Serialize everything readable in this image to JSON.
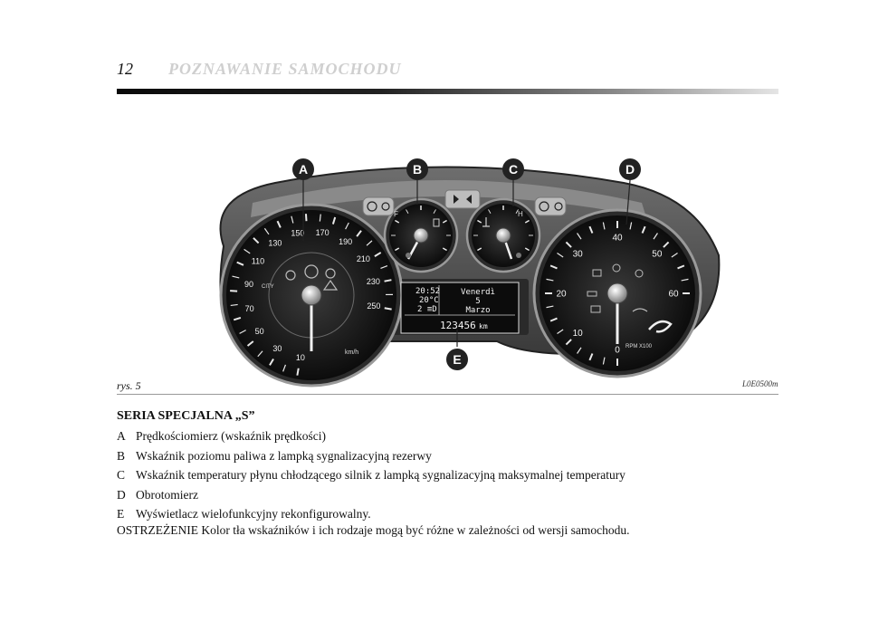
{
  "header": {
    "page_number": "12",
    "title": "POZNAWANIE SAMOCHODU"
  },
  "figure": {
    "caption": "rys. 5",
    "code": "L0E0500m",
    "callouts": [
      "A",
      "B",
      "C",
      "D",
      "E"
    ],
    "speedometer_ticks": [
      "10",
      "30",
      "50",
      "70",
      "90",
      "110",
      "130",
      "150",
      "170",
      "190",
      "210",
      "230",
      "250"
    ],
    "speed_unit": "km/h",
    "city_label": "CITY",
    "fuel_label": "F",
    "temp_label": "H",
    "rpm_ticks": [
      "0",
      "10",
      "20",
      "30",
      "40",
      "50",
      "60"
    ],
    "rpm_unit": "RPM X100",
    "display": {
      "time": "20:52",
      "temperature": "20°C",
      "gear": "2 ≡D",
      "day": "Venerdì",
      "date": "5",
      "month": "Marzo",
      "odometer": "123456",
      "odometer_unit": "km"
    },
    "colors": {
      "callout": "#222222",
      "cluster": "#555555",
      "dial": "#1a1a1a"
    }
  },
  "section_title": "SERIA SPECJALNA „S”",
  "legend": [
    {
      "key": "A",
      "text": "Prędkościomierz (wskaźnik prędkości)"
    },
    {
      "key": "B",
      "text": "Wskaźnik poziomu paliwa z lampką sygnalizacyjną rezerwy"
    },
    {
      "key": "C",
      "text": "Wskaźnik temperatury płynu chłodzącego silnik z lampką sygnalizacyjną maksymalnej temperatury"
    },
    {
      "key": "D",
      "text": "Obrotomierz"
    },
    {
      "key": "E",
      "text": "Wyświetlacz wielofunkcyjny rekonfigurowalny."
    }
  ],
  "warning": "OSTRZEŻENIE Kolor tła wskaźników i ich rodzaje mogą być różne w zależności od wersji samochodu."
}
